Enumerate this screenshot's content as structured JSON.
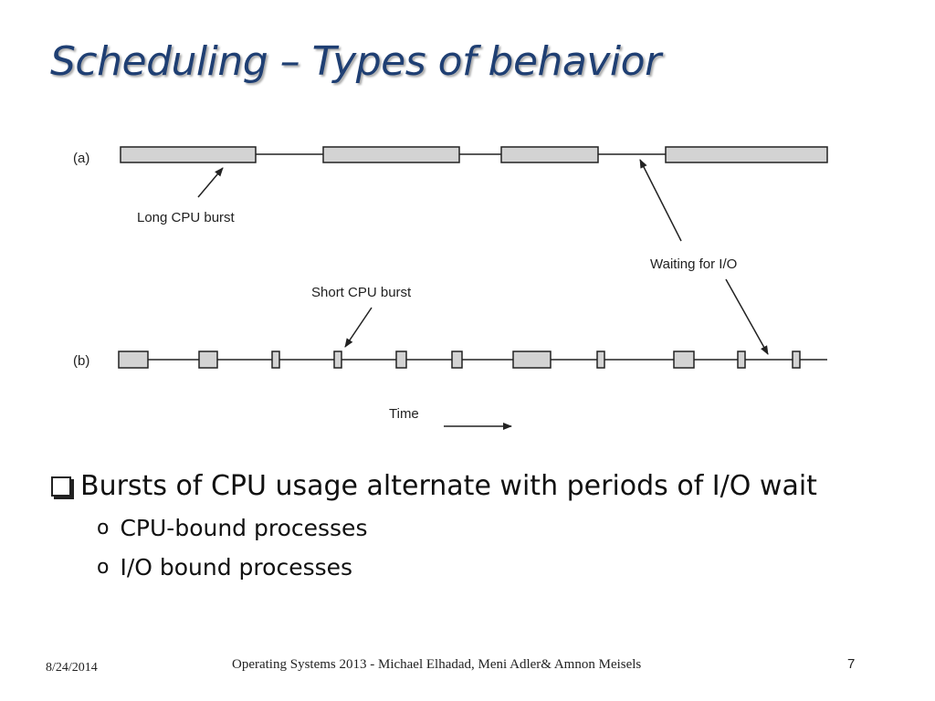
{
  "slide": {
    "title": "Scheduling – Types of behavior",
    "date": "8/24/2014",
    "footer": "Operating Systems 2013 - Michael Elhadad, Meni Adler& Amnon Meisels",
    "page_number": "7"
  },
  "diagram": {
    "row_a_label": "(a)",
    "row_b_label": "(b)",
    "long_burst_label": "Long CPU burst",
    "short_burst_label": "Short CPU burst",
    "waiting_label": "Waiting for I/O",
    "time_label": "Time",
    "colors": {
      "burst_fill": "#d3d3d3",
      "line": "#222222"
    }
  },
  "bullets": {
    "main": "Bursts of CPU usage alternate with periods of I/O wait",
    "sub": [
      "CPU-bound processes",
      "I/O bound processes"
    ]
  }
}
